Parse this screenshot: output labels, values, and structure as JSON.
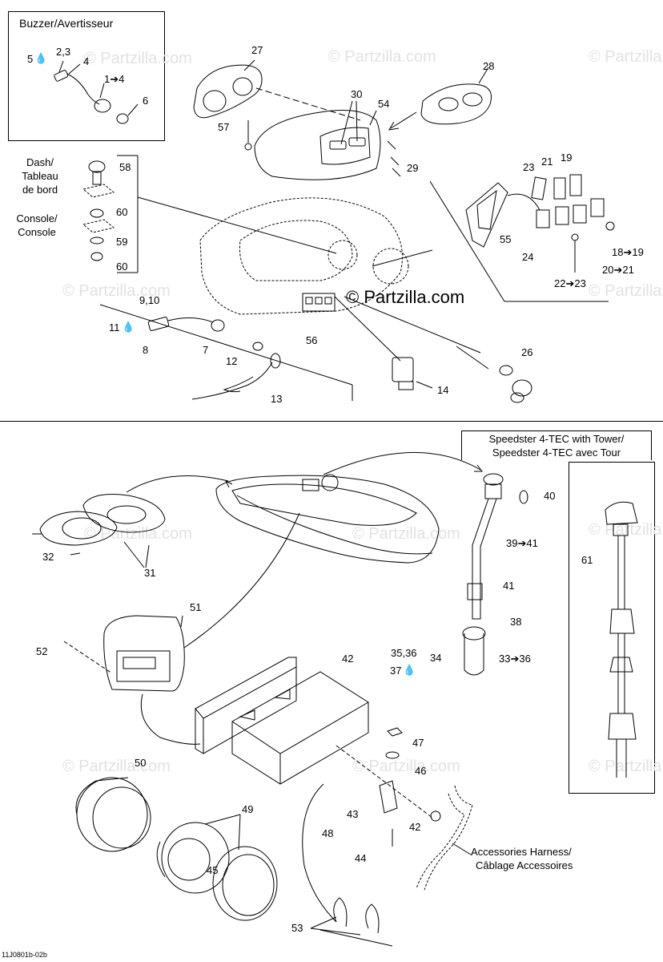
{
  "watermark": "© Partzilla.com",
  "buzzer_box": {
    "title": "Buzzer/Avertisseur"
  },
  "dash_console_box": {
    "dash_label_1": "Dash/",
    "dash_label_2": "Tableau",
    "dash_label_3": "de bord",
    "console_label_1": "Console/",
    "console_label_2": "Console"
  },
  "tower_box": {
    "title_1": "Speedster 4-TEC with Tower/",
    "title_2": "Speedster 4-TEC avec Tour"
  },
  "accessories": {
    "line_1": "Accessories Harness/",
    "line_2": "Câblage Accessoires"
  },
  "parts": {
    "p5": "5",
    "p23b": "2,3",
    "p4": "4",
    "p1_4": "1➔4",
    "p6": "6",
    "p27": "27",
    "p57": "57",
    "p30": "30",
    "p54": "54",
    "p28": "28",
    "p29": "29",
    "p58": "58",
    "p60a": "60",
    "p59": "59",
    "p60b": "60",
    "p23": "23",
    "p21": "21",
    "p19": "19",
    "p55": "55",
    "p24": "24",
    "p18_19": "18➔19",
    "p20_21": "20➔21",
    "p22_23": "22➔23",
    "p9_10": "9,10",
    "p11": "11",
    "p8": "8",
    "p7": "7",
    "p12": "12",
    "p13": "13",
    "p56": "56",
    "p14": "14",
    "p26": "26",
    "p32": "32",
    "p31": "31",
    "p40": "40",
    "p39_41": "39➔41",
    "p41": "41",
    "p61": "61",
    "p51": "51",
    "p52": "52",
    "p38": "38",
    "p35_36": "35,36",
    "p34": "34",
    "p37": "37",
    "p33_36": "33➔36",
    "p42a": "42",
    "p47": "47",
    "p46": "46",
    "p50": "50",
    "p49": "49",
    "p43": "43",
    "p42b": "42",
    "p48": "48",
    "p45": "45",
    "p44": "44",
    "p53": "53"
  },
  "drawing_code": "11J0801b-02b"
}
